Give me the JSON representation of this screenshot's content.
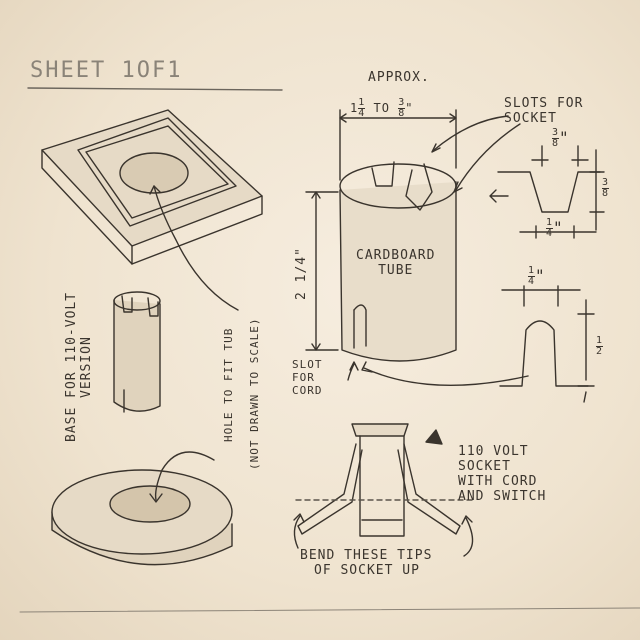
{
  "title": "SHEET 1OF1",
  "approx": "APPROX.",
  "width_dim": {
    "whole": "1",
    "num1": "1",
    "den1": "4",
    "to": "TO",
    "num2": "3",
    "den2": "8"
  },
  "slots_for_socket": [
    "SLOTS FOR",
    "SOCKET"
  ],
  "slot_width": {
    "num": "3",
    "den": "8"
  },
  "slot_depth": {
    "num": "3",
    "den": "8"
  },
  "slot_gap": {
    "num": "1",
    "den": "4"
  },
  "cord_slot_width": {
    "num": "1",
    "den": "4"
  },
  "cord_slot_height": {
    "num": "1",
    "den": "2"
  },
  "height_dim": "2 1/4\"",
  "tube_label": [
    "CARDBOARD",
    "TUBE"
  ],
  "slot_for_cord": [
    "SLOT",
    "FOR",
    "CORD"
  ],
  "base_label": [
    "BASE FOR 110-VOLT",
    "VERSION"
  ],
  "hole_label": "HOLE TO FIT TUB",
  "not_to_scale": "(NOT DRAWN TO SCALE)",
  "socket_label": [
    "110 VOLT",
    "SOCKET",
    "WITH CORD",
    "AND SWITCH"
  ],
  "bend_label": [
    "BEND THESE TIPS",
    "OF SOCKET UP"
  ]
}
